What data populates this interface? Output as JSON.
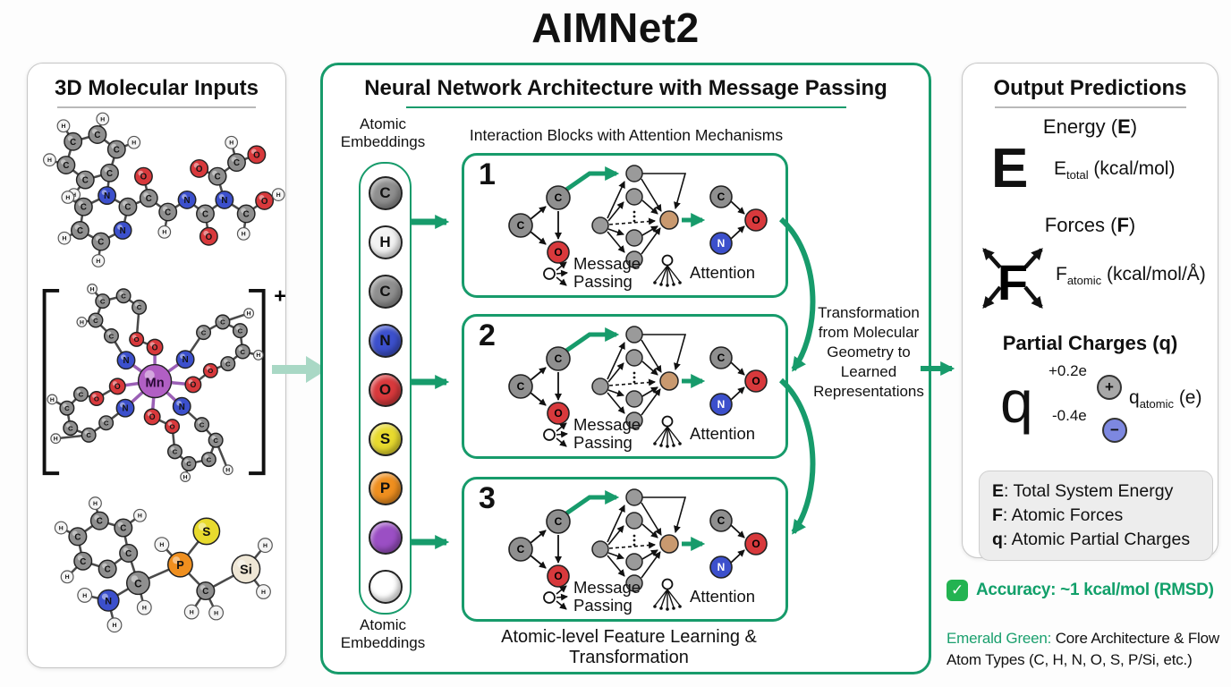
{
  "title": "AIMNet2",
  "colors": {
    "emerald": "#179b6b",
    "mint": "#a9d8c5"
  },
  "left_panel": {
    "title": "3D Molecular Inputs",
    "charge_label": "+",
    "molecules": [
      {
        "id": "mol1",
        "atoms": [
          [
            "C",
            48,
            32,
            10
          ],
          [
            "C",
            76,
            24,
            10
          ],
          [
            "C",
            98,
            41,
            10
          ],
          [
            "C",
            90,
            68,
            10
          ],
          [
            "C",
            62,
            76,
            10
          ],
          [
            "C",
            40,
            59,
            10
          ],
          [
            "H",
            37,
            14,
            7
          ],
          [
            "H",
            82,
            6,
            7
          ],
          [
            "H",
            118,
            33,
            7
          ],
          [
            "H",
            21,
            53,
            7
          ],
          [
            "H",
            49,
            93,
            7
          ],
          [
            "N",
            87,
            94,
            10
          ],
          [
            "C",
            111,
            107,
            10
          ],
          [
            "N",
            105,
            134,
            10
          ],
          [
            "C",
            80,
            147,
            10
          ],
          [
            "C",
            56,
            134,
            10
          ],
          [
            "C",
            60,
            107,
            10
          ],
          [
            "H",
            42,
            96,
            7
          ],
          [
            "H",
            38,
            143,
            7
          ],
          [
            "H",
            77,
            169,
            7
          ],
          [
            "C",
            135,
            97,
            10
          ],
          [
            "O",
            129,
            72,
            10
          ],
          [
            "C",
            157,
            113,
            10
          ],
          [
            "H",
            153,
            136,
            7
          ],
          [
            "N",
            179,
            99,
            10
          ],
          [
            "C",
            200,
            115,
            10
          ],
          [
            "O",
            204,
            141,
            10
          ],
          [
            "N",
            222,
            99,
            10
          ],
          [
            "C",
            214,
            72,
            10
          ],
          [
            "O",
            193,
            63,
            10
          ],
          [
            "C",
            236,
            56,
            10
          ],
          [
            "O",
            259,
            47,
            10
          ],
          [
            "H",
            230,
            33,
            7
          ],
          [
            "C",
            247,
            115,
            10
          ],
          [
            "H",
            244,
            138,
            7
          ],
          [
            "O",
            268,
            100,
            10
          ],
          [
            "H",
            284,
            93,
            7
          ]
        ],
        "bonds": [
          [
            0,
            1
          ],
          [
            1,
            2
          ],
          [
            2,
            3
          ],
          [
            3,
            4
          ],
          [
            4,
            5
          ],
          [
            5,
            0
          ],
          [
            0,
            6
          ],
          [
            1,
            7
          ],
          [
            2,
            8
          ],
          [
            5,
            9
          ],
          [
            4,
            10
          ],
          [
            3,
            11
          ],
          [
            11,
            12
          ],
          [
            12,
            13
          ],
          [
            13,
            14
          ],
          [
            14,
            15
          ],
          [
            15,
            16
          ],
          [
            16,
            11
          ],
          [
            16,
            17
          ],
          [
            15,
            18
          ],
          [
            14,
            19
          ],
          [
            12,
            20
          ],
          [
            20,
            21
          ],
          [
            20,
            22
          ],
          [
            22,
            23
          ],
          [
            22,
            24
          ],
          [
            24,
            25
          ],
          [
            25,
            26
          ],
          [
            25,
            27
          ],
          [
            27,
            28
          ],
          [
            28,
            29
          ],
          [
            28,
            30
          ],
          [
            30,
            31
          ],
          [
            30,
            32
          ],
          [
            27,
            33
          ],
          [
            33,
            34
          ],
          [
            33,
            35
          ],
          [
            35,
            36
          ]
        ]
      },
      {
        "id": "mol2",
        "atoms": [
          [
            "Mn",
            142,
            112,
            19
          ],
          [
            "O",
            142,
            73,
            9
          ],
          [
            "N",
            109,
            88,
            10
          ],
          [
            "O",
            99,
            118,
            9
          ],
          [
            "N",
            108,
            143,
            10
          ],
          [
            "O",
            139,
            153,
            9
          ],
          [
            "N",
            173,
            141,
            10
          ],
          [
            "O",
            186,
            116,
            9
          ],
          [
            "N",
            177,
            87,
            10
          ],
          [
            "C",
            92,
            60,
            8
          ],
          [
            "C",
            74,
            42,
            8
          ],
          [
            "C",
            82,
            20,
            8
          ],
          [
            "C",
            106,
            14,
            8
          ],
          [
            "C",
            124,
            27,
            8
          ],
          [
            "H",
            58,
            44,
            5.5
          ],
          [
            "H",
            70,
            6,
            5.5
          ],
          [
            "C",
            198,
            56,
            8
          ],
          [
            "C",
            220,
            44,
            8
          ],
          [
            "C",
            240,
            54,
            8
          ],
          [
            "C",
            243,
            78,
            8
          ],
          [
            "C",
            226,
            92,
            8
          ],
          [
            "H",
            250,
            34,
            5.5
          ],
          [
            "H",
            261,
            82,
            5.5
          ],
          [
            "C",
            196,
            162,
            8
          ],
          [
            "C",
            212,
            180,
            8
          ],
          [
            "C",
            204,
            202,
            8
          ],
          [
            "C",
            181,
            207,
            8
          ],
          [
            "C",
            165,
            193,
            8
          ],
          [
            "H",
            226,
            214,
            5.5
          ],
          [
            "H",
            177,
            222,
            5.5
          ],
          [
            "C",
            86,
            160,
            8
          ],
          [
            "C",
            66,
            174,
            8
          ],
          [
            "C",
            45,
            166,
            8
          ],
          [
            "C",
            41,
            143,
            8
          ],
          [
            "C",
            57,
            127,
            8
          ],
          [
            "H",
            28,
            178,
            5.5
          ],
          [
            "H",
            24,
            133,
            5.5
          ],
          [
            "O",
            121,
            64,
            8
          ],
          [
            "O",
            206,
            100,
            8
          ],
          [
            "O",
            162,
            164,
            8
          ],
          [
            "O",
            75,
            132,
            8
          ]
        ],
        "bonds": [
          [
            0,
            1
          ],
          [
            0,
            2
          ],
          [
            0,
            3
          ],
          [
            0,
            4
          ],
          [
            0,
            5
          ],
          [
            0,
            6
          ],
          [
            0,
            7
          ],
          [
            0,
            8
          ],
          [
            2,
            9
          ],
          [
            9,
            10
          ],
          [
            10,
            11
          ],
          [
            11,
            12
          ],
          [
            12,
            13
          ],
          [
            13,
            37
          ],
          [
            37,
            1
          ],
          [
            10,
            14
          ],
          [
            11,
            15
          ],
          [
            8,
            16
          ],
          [
            16,
            17
          ],
          [
            17,
            18
          ],
          [
            18,
            19
          ],
          [
            19,
            20
          ],
          [
            20,
            38
          ],
          [
            38,
            7
          ],
          [
            17,
            21
          ],
          [
            19,
            22
          ],
          [
            6,
            23
          ],
          [
            23,
            24
          ],
          [
            24,
            25
          ],
          [
            25,
            26
          ],
          [
            26,
            27
          ],
          [
            27,
            39
          ],
          [
            39,
            5
          ],
          [
            24,
            28
          ],
          [
            26,
            29
          ],
          [
            4,
            30
          ],
          [
            30,
            31
          ],
          [
            31,
            32
          ],
          [
            32,
            33
          ],
          [
            33,
            34
          ],
          [
            34,
            40
          ],
          [
            40,
            3
          ],
          [
            31,
            35
          ],
          [
            33,
            36
          ]
        ]
      },
      {
        "id": "mol3",
        "atoms": [
          [
            "C",
            55,
            60,
            10
          ],
          [
            "C",
            80,
            42,
            10
          ],
          [
            "C",
            107,
            50,
            10
          ],
          [
            "C",
            113,
            79,
            10
          ],
          [
            "C",
            89,
            97,
            10
          ],
          [
            "C",
            61,
            88,
            10
          ],
          [
            "H",
            36,
            50,
            7
          ],
          [
            "H",
            75,
            22,
            7
          ],
          [
            "H",
            126,
            36,
            7
          ],
          [
            "H",
            43,
            106,
            7
          ],
          [
            "C",
            124,
            113,
            13
          ],
          [
            "H",
            131,
            141,
            8
          ],
          [
            "N",
            90,
            133,
            12
          ],
          [
            "H",
            63,
            127,
            8
          ],
          [
            "H",
            97,
            161,
            8
          ],
          [
            "P",
            172,
            92,
            14
          ],
          [
            "H",
            151,
            69,
            8
          ],
          [
            "S",
            202,
            54,
            15
          ],
          [
            "C",
            201,
            122,
            10
          ],
          [
            "H",
            185,
            146,
            8
          ],
          [
            "H",
            213,
            147,
            8
          ],
          [
            "Si",
            247,
            97,
            16
          ],
          [
            "H",
            269,
            70,
            8
          ],
          [
            "H",
            267,
            123,
            8
          ]
        ],
        "bonds": [
          [
            0,
            1
          ],
          [
            1,
            2
          ],
          [
            2,
            3
          ],
          [
            3,
            4
          ],
          [
            4,
            5
          ],
          [
            5,
            0
          ],
          [
            0,
            6
          ],
          [
            1,
            7
          ],
          [
            2,
            8
          ],
          [
            5,
            9
          ],
          [
            3,
            10
          ],
          [
            10,
            11
          ],
          [
            10,
            12
          ],
          [
            12,
            13
          ],
          [
            12,
            14
          ],
          [
            10,
            15
          ],
          [
            15,
            16
          ],
          [
            15,
            17
          ],
          [
            15,
            18
          ],
          [
            18,
            19
          ],
          [
            18,
            20
          ],
          [
            18,
            21
          ],
          [
            21,
            22
          ],
          [
            21,
            23
          ]
        ]
      }
    ]
  },
  "element_colors": {
    "C": "#8f8f8f",
    "H": "#f4f4f4",
    "N": "#3c50cc",
    "O": "#d8393c",
    "S": "#e8da2e",
    "P": "#ef8f1f",
    "Si": "#efe7d6",
    "Mn": "#b15fc4"
  },
  "mid_panel": {
    "title": "Neural Network Architecture with Message Passing",
    "embeddings_label": "Atomic Embeddings",
    "interaction_label": "Interaction Blocks with Attention Mechanisms",
    "embeddings": [
      {
        "label": "C",
        "color": "#8f8f8f"
      },
      {
        "label": "H",
        "color": "#f2f2f2"
      },
      {
        "label": "C",
        "color": "#8f8f8f"
      },
      {
        "label": "N",
        "color": "#3c50cc"
      },
      {
        "label": "O",
        "color": "#d8393c"
      },
      {
        "label": "S",
        "color": "#e8da2e"
      },
      {
        "label": "P",
        "color": "#ef8f1f"
      },
      {
        "label": "",
        "color": "#9b4fc4"
      },
      {
        "label": "",
        "color": "#ffffff"
      }
    ],
    "blocks": [
      {
        "number": "1"
      },
      {
        "number": "2"
      },
      {
        "number": "3"
      }
    ],
    "block_graph": {
      "left": [
        "C",
        "C",
        "O"
      ],
      "right": [
        "C",
        "N",
        "O"
      ]
    },
    "legend": {
      "message_line1": "Message",
      "message_line2": "Passing",
      "attention": "Attention"
    },
    "transformation_label": "Transformation from Molecular Geometry to Learned Representations",
    "bottom_label": "Atomic-level Feature Learning & Transformation"
  },
  "right_panel": {
    "title": "Output Predictions",
    "energy": {
      "heading_prefix": "Energy (",
      "heading_bold": "E",
      "heading_suffix": ")",
      "big": "E",
      "value_base": "E",
      "value_sub": "total",
      "value_unit": " (kcal/mol)"
    },
    "forces": {
      "heading_prefix": "Forces (",
      "heading_bold": "F",
      "heading_suffix": ")",
      "big": "F",
      "value_base": "F",
      "value_sub": "atomic",
      "value_unit": " (kcal/mol/Å)"
    },
    "charges": {
      "heading_prefix": "Partial Charges (",
      "heading_bold": "q",
      "heading_suffix": ")",
      "big": "q",
      "pos_label": "+0.2e",
      "pos_symbol": "+",
      "neg_label": "-0.4e",
      "neg_symbol": "−",
      "value_base": "q",
      "value_sub": "atomic",
      "value_unit": " (e)"
    },
    "legend": [
      {
        "bold": "E",
        "rest": ": Total System Energy"
      },
      {
        "bold": "F",
        "rest": ": Atomic Forces"
      },
      {
        "bold": "q",
        "rest": ": Atomic Partial Charges"
      }
    ]
  },
  "footer": {
    "accuracy_check": "✓",
    "accuracy_text": "Accuracy: ~1 kcal/mol (RMSD)",
    "color_key_label": "Emerald Green:",
    "color_key_rest": " Core Architecture & Flow",
    "atom_types_line": "Atom Types (C, H, N, O, S, P/Si, etc.)"
  }
}
